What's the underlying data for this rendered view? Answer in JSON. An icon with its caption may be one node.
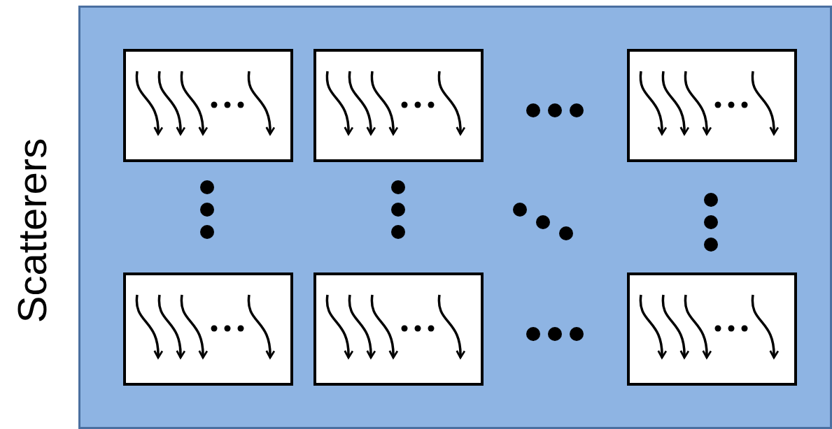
{
  "diagram": {
    "nodes": [
      {
        "text": [
          "Scatterers"
        ]
      },
      {
        "text": [],
        "shape": "box",
        "in": 0
      },
      {
        "text": [],
        "shape": "box",
        "in": 0
      },
      {
        "text": [],
        "shape": "box",
        "in": 0
      },
      {
        "text": [],
        "shape": "box",
        "in": 0
      },
      {
        "text": [],
        "shape": "box",
        "in": 0
      },
      {
        "text": [],
        "shape": "box",
        "in": 0
      }
    ],
    "edges": []
  }
}
